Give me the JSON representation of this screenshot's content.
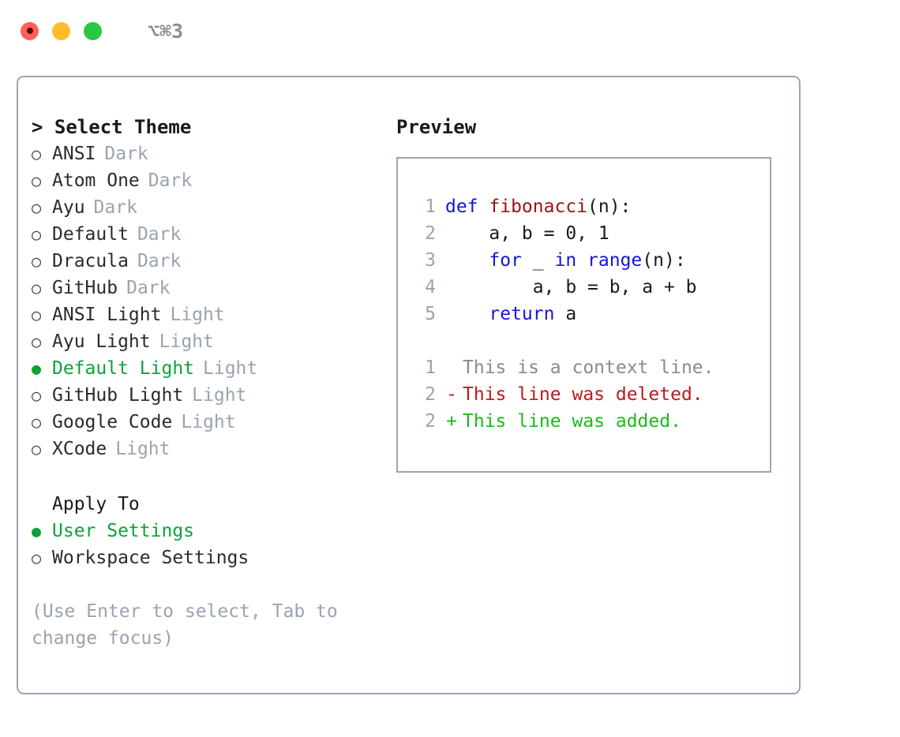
{
  "titlebar": {
    "shortcut": "⌥⌘3",
    "buttons": [
      {
        "name": "close",
        "color": "#ff6058"
      },
      {
        "name": "minimize",
        "color": "#ffbd2e"
      },
      {
        "name": "zoom",
        "color": "#28c840"
      }
    ]
  },
  "colors": {
    "accent_green": "#0aa436",
    "border": "#9aa5b4",
    "muted": "#9aa3b0",
    "keyword_blue": "#1414e0",
    "function_red": "#a01313",
    "diff_add": "#18bb18",
    "diff_del": "#c01919",
    "diff_ctx": "#8b8b8b"
  },
  "theme_panel": {
    "prompt": ">",
    "title": "Select Theme",
    "bullet_unselected": "○",
    "bullet_selected": "●",
    "items": [
      {
        "name": "ANSI",
        "tag": "Dark",
        "selected": false
      },
      {
        "name": "Atom One",
        "tag": "Dark",
        "selected": false
      },
      {
        "name": "Ayu",
        "tag": "Dark",
        "selected": false
      },
      {
        "name": "Default",
        "tag": "Dark",
        "selected": false
      },
      {
        "name": "Dracula",
        "tag": "Dark",
        "selected": false
      },
      {
        "name": "GitHub",
        "tag": "Dark",
        "selected": false
      },
      {
        "name": "ANSI Light",
        "tag": "Light",
        "selected": false
      },
      {
        "name": "Ayu Light",
        "tag": "Light",
        "selected": false
      },
      {
        "name": "Default Light",
        "tag": "Light",
        "selected": true
      },
      {
        "name": "GitHub Light",
        "tag": "Light",
        "selected": false
      },
      {
        "name": "Google Code",
        "tag": "Light",
        "selected": false
      },
      {
        "name": "XCode",
        "tag": "Light",
        "selected": false
      }
    ]
  },
  "apply_to": {
    "title": "Apply To",
    "items": [
      {
        "name": "User Settings",
        "selected": true
      },
      {
        "name": "Workspace Settings",
        "selected": false
      }
    ]
  },
  "hint": "(Use Enter to select, Tab to change focus)",
  "preview": {
    "title": "Preview",
    "code_lines": [
      {
        "no": "1",
        "tokens": [
          {
            "t": "def ",
            "c": "kw"
          },
          {
            "t": "fibonacci",
            "c": "fn"
          },
          {
            "t": "(n):",
            "c": "plain"
          }
        ]
      },
      {
        "no": "2",
        "tokens": [
          {
            "t": "    a, b = 0, 1",
            "c": "plain"
          }
        ]
      },
      {
        "no": "3",
        "tokens": [
          {
            "t": "    ",
            "c": "plain"
          },
          {
            "t": "for",
            "c": "kw"
          },
          {
            "t": " _ ",
            "c": "plain"
          },
          {
            "t": "in",
            "c": "kw"
          },
          {
            "t": " ",
            "c": "plain"
          },
          {
            "t": "range",
            "c": "kw"
          },
          {
            "t": "(n):",
            "c": "plain"
          }
        ]
      },
      {
        "no": "4",
        "tokens": [
          {
            "t": "        a, b = b, a + b",
            "c": "plain"
          }
        ]
      },
      {
        "no": "5",
        "tokens": [
          {
            "t": "    ",
            "c": "plain"
          },
          {
            "t": "return",
            "c": "kw"
          },
          {
            "t": " a",
            "c": "plain"
          }
        ]
      }
    ],
    "diff_lines": [
      {
        "no": "1",
        "marker": " ",
        "text": "This is a context line.",
        "kind": "ctx"
      },
      {
        "no": "2",
        "marker": "-",
        "text": "This line was deleted.",
        "kind": "del"
      },
      {
        "no": "2",
        "marker": "+",
        "text": "This line was added.",
        "kind": "add"
      }
    ]
  }
}
